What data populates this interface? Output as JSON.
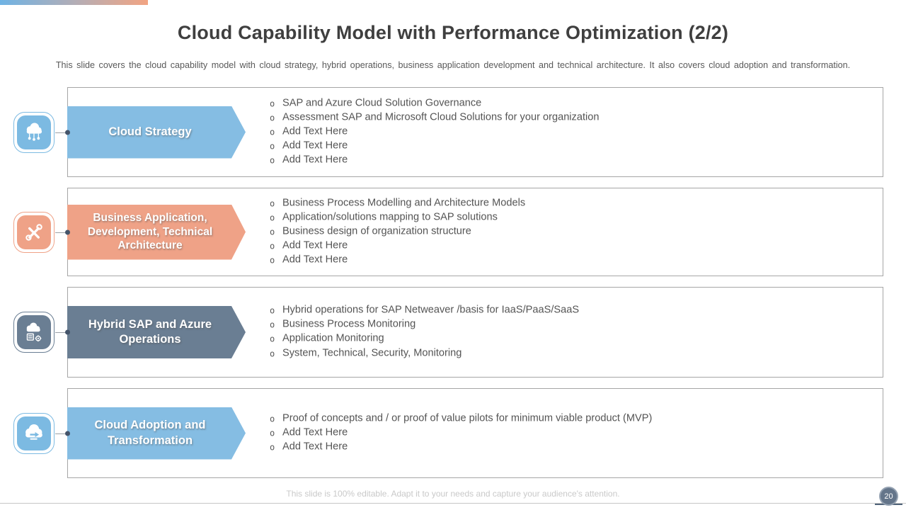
{
  "slide": {
    "title": "Cloud Capability Model with Performance Optimization (2/2)",
    "subtitle": "This slide covers the cloud capability model with cloud strategy, hybrid operations, business application development and technical architecture. It also covers cloud adoption and transformation.",
    "footer_note": "This slide is 100% editable. Adapt it to your needs and capture your audience's attention.",
    "page_number": "20"
  },
  "colors": {
    "blue": "#85BDE3",
    "salmon": "#EFA287",
    "slate": "#6A7E93",
    "icon_blue": "#7CBAE2",
    "title_text": "#3F3F3F",
    "body_text": "#545454",
    "box_border": "#A6A6A6",
    "footer_text": "#C9C9C9",
    "gradient_left": "#6FB3E4",
    "gradient_right": "#F2A482",
    "badge_bg": "#64758A"
  },
  "rows": [
    {
      "label": "Cloud Strategy",
      "icon": "cloud-network-icon",
      "color": "#85BDE3",
      "bullets": [
        "SAP and Azure Cloud Solution Governance",
        "Assessment SAP and Microsoft Cloud Solutions for your organization",
        "Add Text Here",
        "Add Text Here",
        "Add Text Here"
      ]
    },
    {
      "label": "Business Application, Development, Technical Architecture",
      "icon": "tools-icon",
      "color": "#EFA287",
      "bullets": [
        "Business Process Modelling and Architecture Models",
        "Application/solutions mapping to SAP solutions",
        "Business design of organization structure",
        "Add Text Here",
        "Add Text Here"
      ]
    },
    {
      "label": "Hybrid SAP and Azure Operations",
      "icon": "cloud-server-gear-icon",
      "color": "#6A7E93",
      "bullets": [
        "Hybrid operations for SAP Netweaver /basis for IaaS/PaaS/SaaS",
        "Business Process Monitoring",
        "Application Monitoring",
        "System, Technical, Security, Monitoring"
      ]
    },
    {
      "label": "Cloud Adoption and Transformation",
      "icon": "cloud-migration-icon",
      "color": "#85BDE3",
      "bullets": [
        "Proof of concepts and / or proof of value pilots for minimum viable product (MVP)",
        "Add Text Here",
        "Add Text Here"
      ]
    }
  ],
  "bullet_marker": "o"
}
